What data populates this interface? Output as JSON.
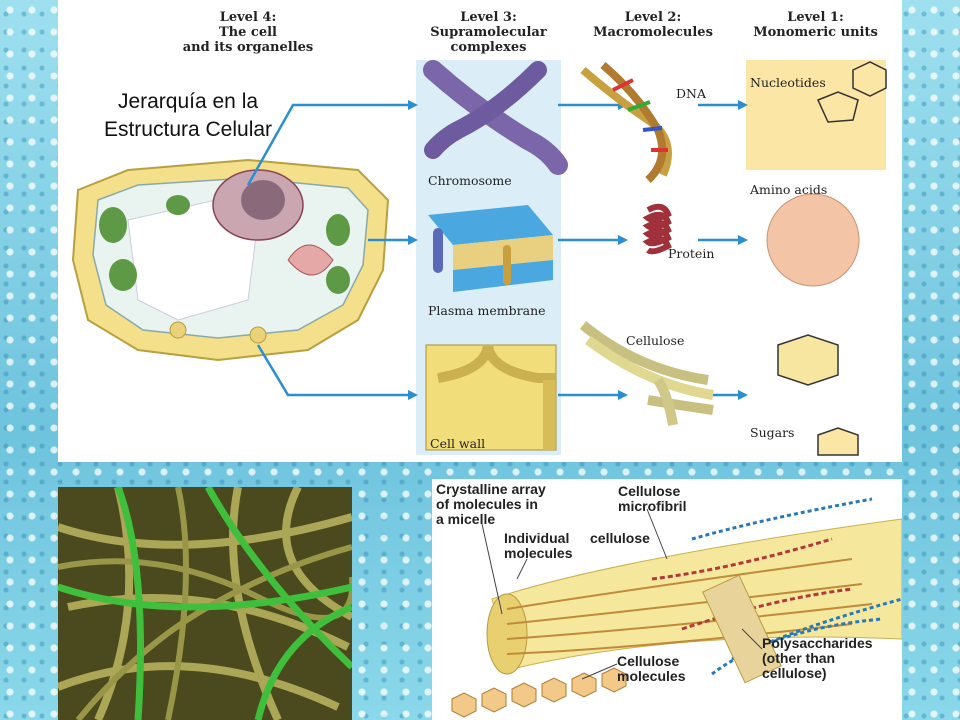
{
  "title": "Jerarquía en la\nEstructura Celular",
  "levels": {
    "level4": "Level 4:\nThe cell\nand its organelles",
    "level3": "Level 3:\nSupramolecular\ncomplexes",
    "level2": "Level 2:\nMacromolecules",
    "level1": "Level 1:\nMonomeric units"
  },
  "labels": {
    "chromosome": "Chromosome",
    "dna": "DNA",
    "nucleotides": "Nucleotides",
    "plasma_membrane": "Plasma membrane",
    "protein": "Protein",
    "amino_acids": "Amino acids",
    "cell_wall": "Cell wall",
    "cellulose": "Cellulose",
    "sugars": "Sugars"
  },
  "diagram": {
    "crystalline": "Crystalline array\nof molecules in\na micelle",
    "individual": "Individual\nmolecules",
    "microfibril": "Cellulose\nmicrofibril",
    "cellulose_word": "cellulose",
    "polysaccharides": "Polysaccharides\n(other than\ncellulose)",
    "cellulose_molecules": "Cellulose\nmolecules"
  }
}
